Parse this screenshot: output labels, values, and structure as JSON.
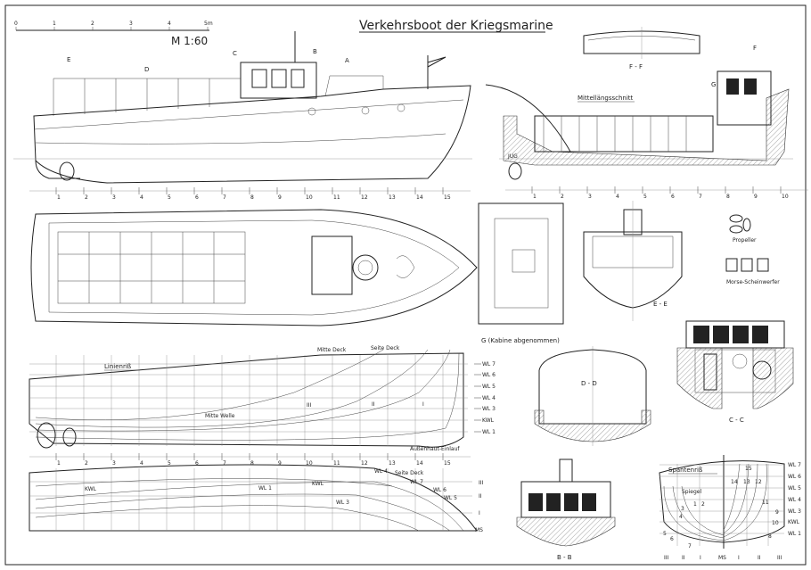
{
  "title": "Verkehrsboot der Kriegsmarine",
  "scale": {
    "label": "M 1:60",
    "ticks": [
      "0",
      "1",
      "2",
      "3",
      "4",
      "5m"
    ]
  },
  "section_markers": [
    "E",
    "D",
    "C",
    "B",
    "A",
    "F",
    "G"
  ],
  "views": {
    "longitudinal_section": "Mittellängsschnitt",
    "ff": "F - F",
    "ee": "E - E",
    "dd": "D - D",
    "cc": "C - C",
    "bb": "B - B",
    "lines": "Linienriß",
    "body_plan": "Spantenriß",
    "kabine": "G  (Kabine abgenommen)",
    "propeller": "Propeller",
    "morse": "Morse-Scheinwerfer",
    "jug": "JUG"
  },
  "stations_left": [
    "1",
    "2",
    "3",
    "4",
    "5",
    "6",
    "7",
    "8",
    "9",
    "10",
    "11",
    "12",
    "13",
    "14",
    "15"
  ],
  "stations_right": [
    "1",
    "2",
    "3",
    "4",
    "5",
    "6",
    "7",
    "8",
    "9",
    "10"
  ],
  "lines_labels": {
    "mitte_deck": "Mitte Deck",
    "seite_deck": "Seite Deck",
    "mitte_welle": "Mitte Welle",
    "aussenhaut": "Außenhaut-Einlauf",
    "buttocks": [
      "III",
      "II",
      "I"
    ],
    "waterlines": [
      "WL 7",
      "WL 6",
      "WL 5",
      "WL 4",
      "WL 3",
      "KWL",
      "WL 1"
    ]
  },
  "halfbreadth_labels": {
    "kwl": "KWL",
    "wl1": "WL 1",
    "wl3": "WL 3",
    "wl4": "WL 4",
    "seite_deck": "Seite Deck",
    "wl7": "WL 7",
    "wl6": "WL 6",
    "wl5": "WL 5",
    "buttocks": [
      "III",
      "II",
      "I"
    ],
    "ms": "MS"
  },
  "body_plan_labels": {
    "spiegel": "Spiegel",
    "frames": [
      "1",
      "2",
      "3",
      "4",
      "5",
      "6",
      "7",
      "8",
      "9",
      "10",
      "11",
      "12",
      "13",
      "14",
      "15"
    ],
    "waterlines": [
      "WL 7",
      "WL 6",
      "WL 5",
      "WL 4",
      "WL 3",
      "KWL",
      "WL 1"
    ],
    "bottom": [
      "III",
      "II",
      "I",
      "MS",
      "I",
      "II",
      "III"
    ]
  }
}
